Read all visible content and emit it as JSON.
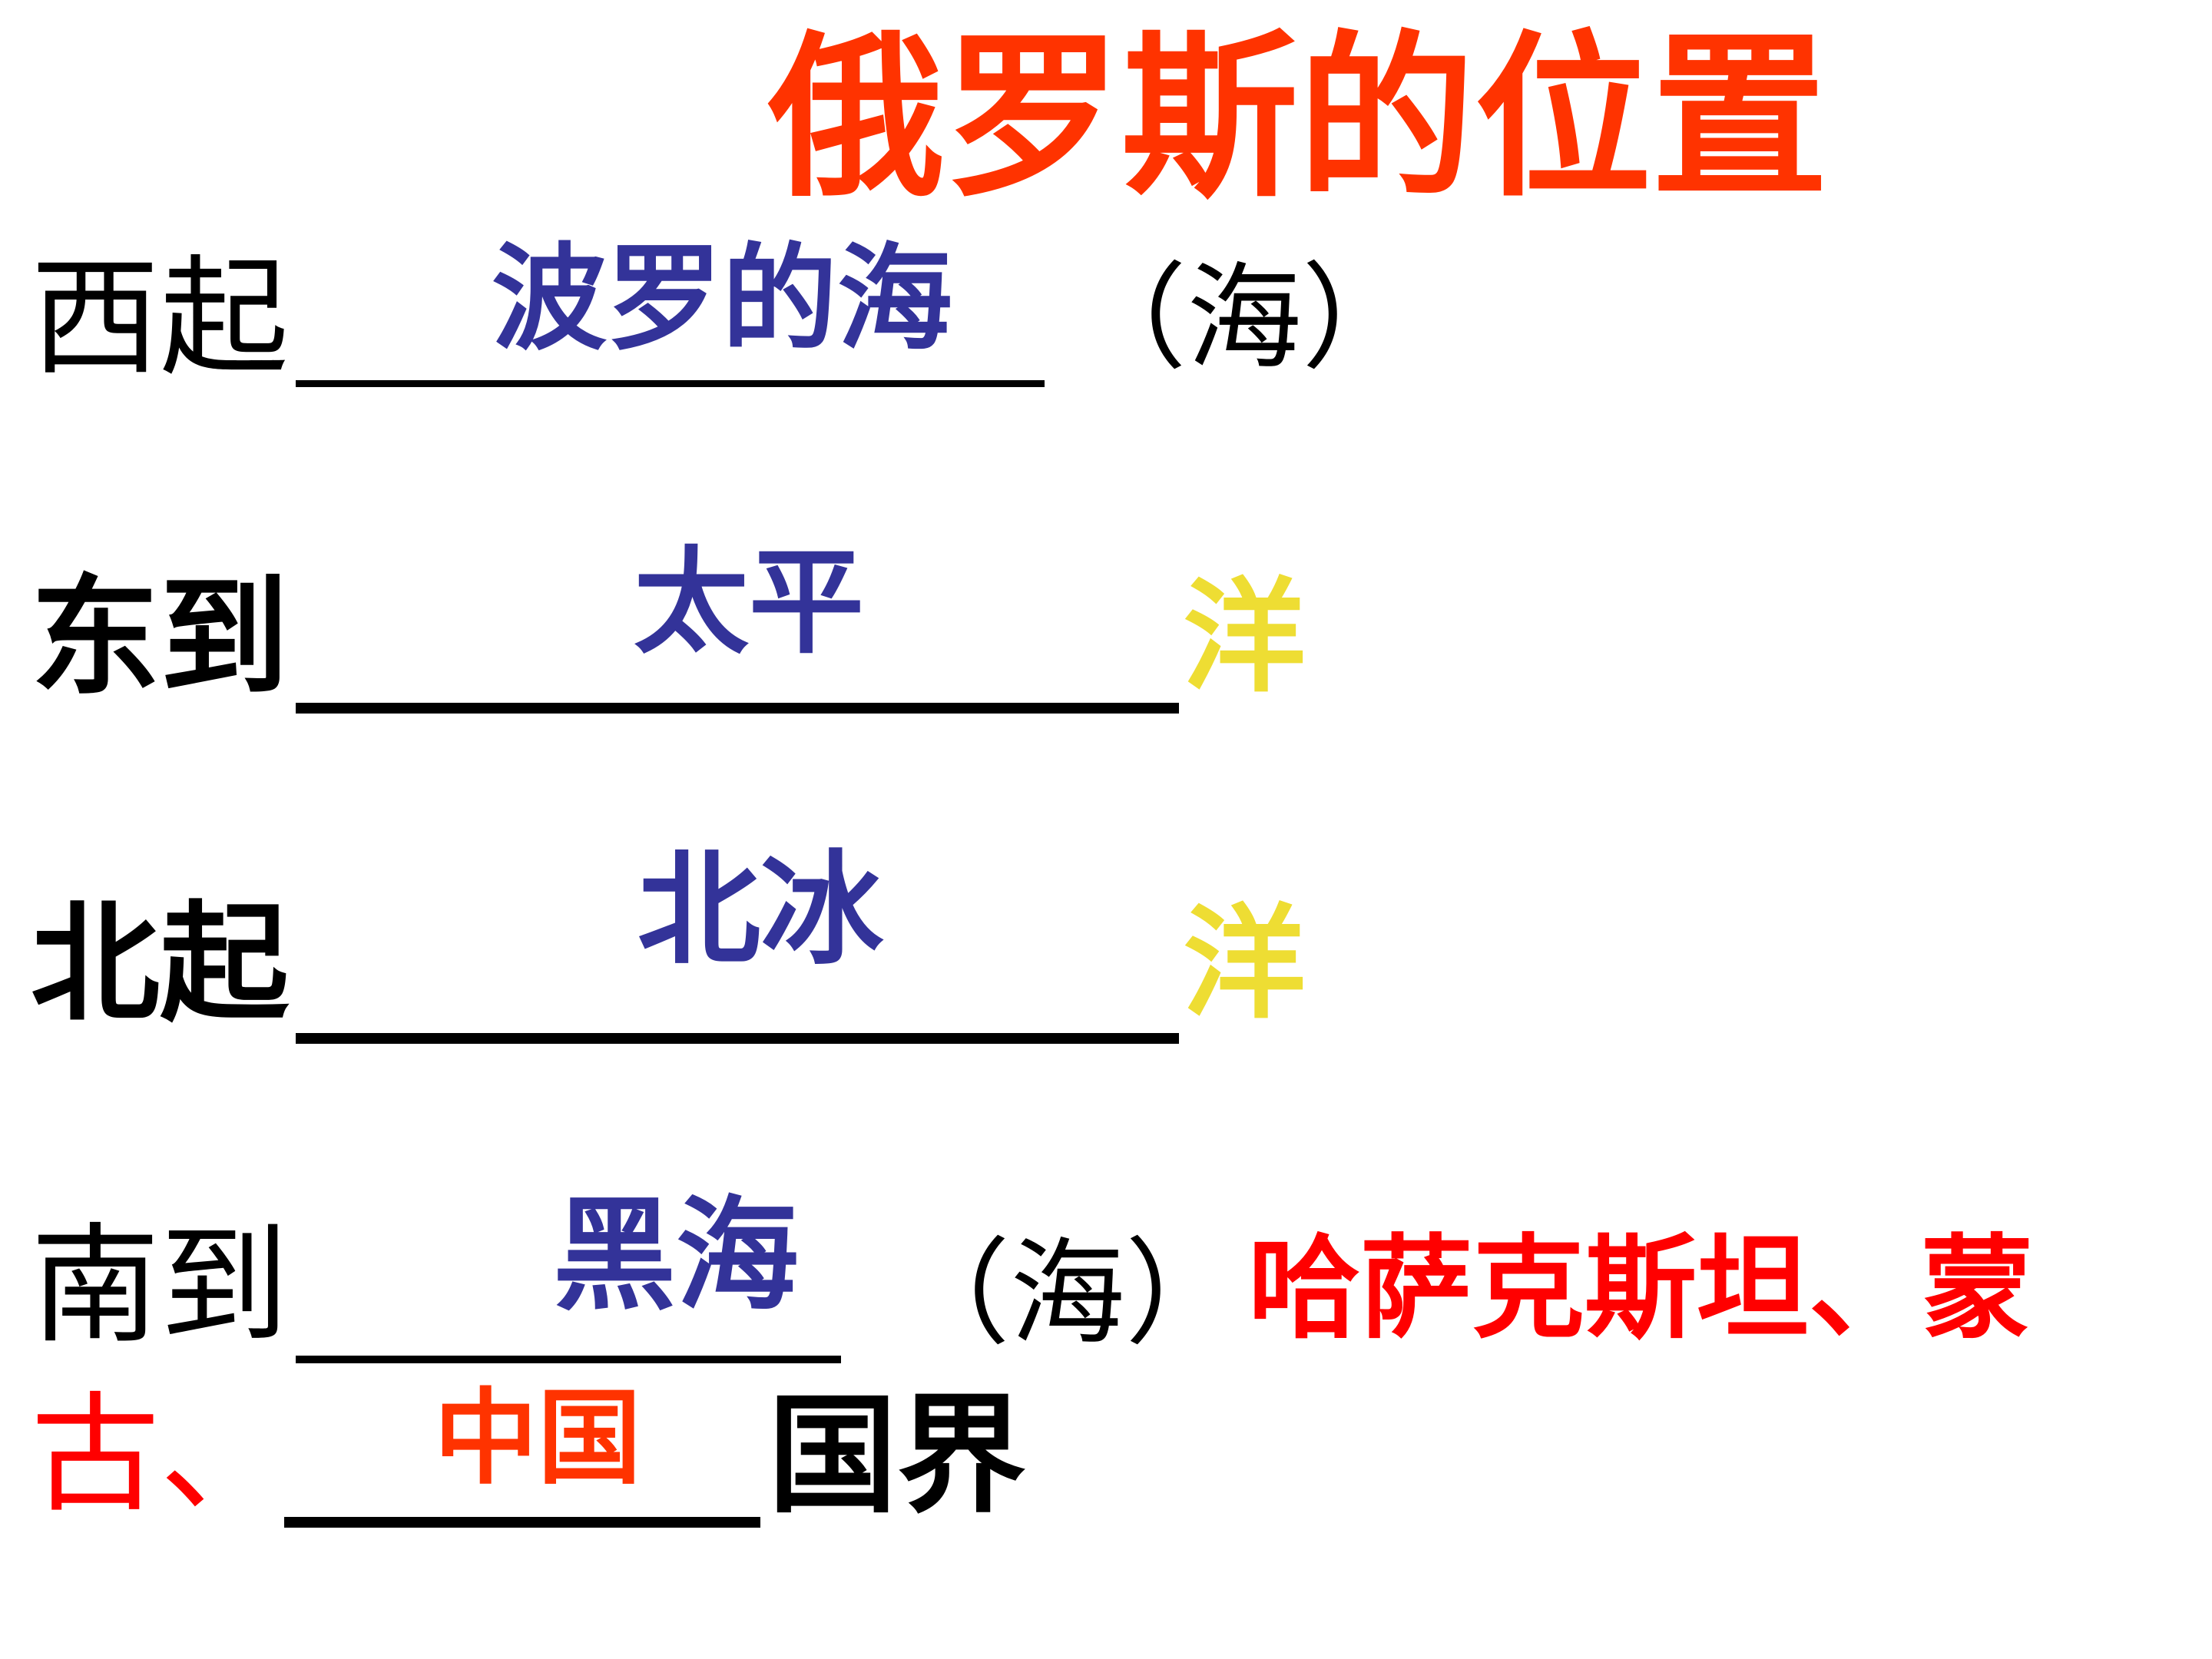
{
  "title": "俄罗斯的位置",
  "colors": {
    "title": "#FF3300",
    "answer_blue": "#333399",
    "answer_yellow": "#EEDD33",
    "answer_red": "#FF0000",
    "text": "#000000"
  },
  "lines": {
    "west": {
      "prefix": "西起",
      "answer": "波罗的海",
      "suffix": "（海）"
    },
    "east": {
      "prefix": "东到",
      "answer": "太平",
      "suffix": "洋"
    },
    "north": {
      "prefix": "北起",
      "answer": "北冰",
      "suffix": "洋"
    },
    "south": {
      "prefix": "南到",
      "answer": "黑海",
      "suffix": "（海）",
      "neighbors": "哈萨克斯坦、蒙",
      "neighbors_cont": "古、",
      "answer2": "中国",
      "end": "国界"
    }
  }
}
